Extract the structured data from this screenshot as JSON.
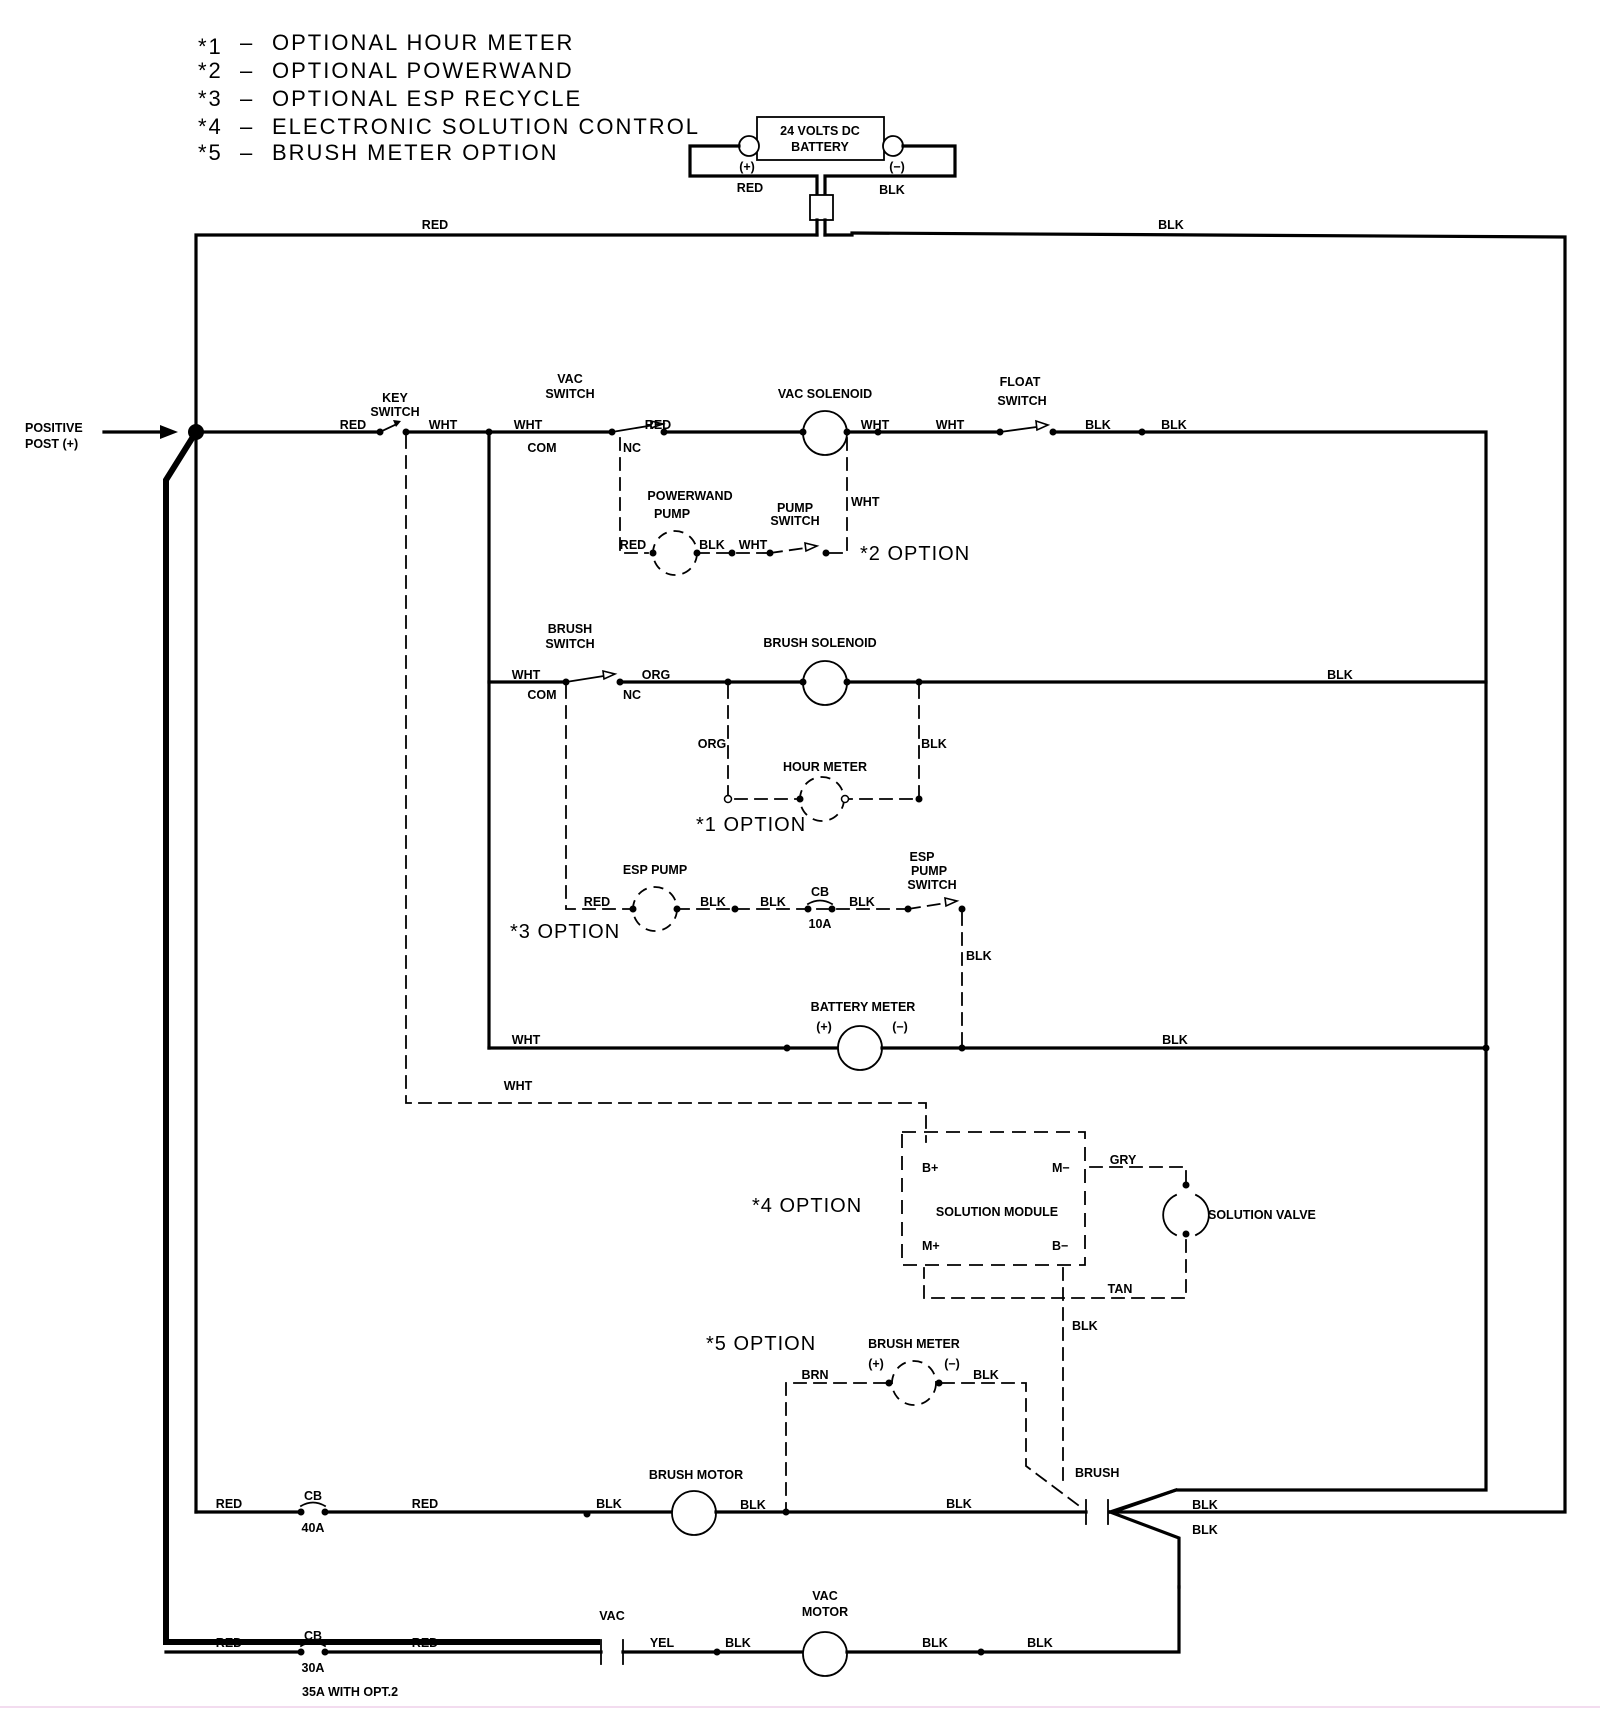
{
  "legend": [
    {
      "key": "*1",
      "text": "OPTIONAL HOUR METER"
    },
    {
      "key": "*2",
      "text": "OPTIONAL POWERWAND"
    },
    {
      "key": "*3",
      "text": "OPTIONAL ESP RECYCLE"
    },
    {
      "key": "*4",
      "text": "ELECTRONIC SOLUTION CONTROL"
    },
    {
      "key": "*5",
      "text": "BRUSH METER OPTION"
    }
  ],
  "battery": {
    "line1": "24 VOLTS DC",
    "line2": "BATTERY",
    "pos": "(+)",
    "neg": "(−)",
    "pos_wire": "RED",
    "neg_wire": "BLK"
  },
  "top_bus": {
    "left_wire": "RED",
    "right_wire": "BLK"
  },
  "positive_post": {
    "line1": "POSITIVE",
    "line2": "POST (+)"
  },
  "vac_row": {
    "wire_red": "RED",
    "key_switch": [
      "KEY",
      "SWITCH"
    ],
    "wire_wht1": "WHT",
    "wire_wht2": "WHT",
    "com": "COM",
    "vac_switch": [
      "VAC",
      "SWITCH"
    ],
    "nc": "NC",
    "wire_red2": "RED",
    "vac_solenoid": "VAC SOLENOID",
    "wire_wht3": "WHT",
    "wire_wht4": "WHT",
    "float_switch": [
      "FLOAT",
      "SWITCH"
    ],
    "wire_blk1": "BLK",
    "wire_blk2": "BLK"
  },
  "powerwand": {
    "pump": [
      "POWERWAND",
      "PUMP"
    ],
    "pump_switch": [
      "PUMP",
      "SWITCH"
    ],
    "wire_red": "RED",
    "wire_blk": "BLK",
    "wire_wht": "WHT",
    "wire_wht_v": "WHT",
    "option": "*2 OPTION"
  },
  "brush_row": {
    "brush_switch": [
      "BRUSH",
      "SWITCH"
    ],
    "wire_wht": "WHT",
    "com": "COM",
    "nc": "NC",
    "wire_org": "ORG",
    "brush_solenoid": "BRUSH SOLENOID",
    "wire_blk": "BLK"
  },
  "hour_meter": {
    "label": "HOUR METER",
    "wire_org": "ORG",
    "wire_blk": "BLK",
    "option": "*1  OPTION"
  },
  "esp": {
    "pump": "ESP PUMP",
    "wire_red": "RED",
    "wire_blk1": "BLK",
    "wire_blk2": "BLK",
    "cb": "CB",
    "cb_rating": "10A",
    "wire_blk3": "BLK",
    "pump_switch": [
      "ESP",
      "PUMP",
      "SWITCH"
    ],
    "wire_blk_v": "BLK",
    "option": "*3 OPTION"
  },
  "battery_meter_row": {
    "wire_wht": "WHT",
    "label": "BATTERY METER",
    "pos": "(+)",
    "neg": "(−)",
    "wire_blk": "BLK"
  },
  "key_feed": {
    "wire_wht": "WHT"
  },
  "solution": {
    "option": "*4   OPTION",
    "module": "SOLUTION MODULE",
    "b_plus": "B+",
    "m_minus": "M−",
    "m_plus": "M+",
    "b_minus": "B−",
    "wire_gry": "GRY",
    "wire_tan": "TAN",
    "valve": "SOLUTION VALVE",
    "wire_blk": "BLK"
  },
  "brush_meter": {
    "option": "*5   OPTION",
    "label": "BRUSH METER",
    "pos": "(+)",
    "neg": "(−)",
    "wire_brn": "BRN",
    "wire_blk": "BLK"
  },
  "brush_motor_row": {
    "wire_red1": "RED",
    "cb": "CB",
    "cb_rating": "40A",
    "wire_red2": "RED",
    "wire_blk1": "BLK",
    "motor": "BRUSH MOTOR",
    "wire_blk2": "BLK",
    "wire_blk3": "BLK",
    "contact": "BRUSH",
    "wire_blk_r1": "BLK",
    "wire_blk_r2": "BLK"
  },
  "vac_motor_row": {
    "wire_red1": "RED",
    "cb": "CB",
    "cb_rating": "30A",
    "cb_note": "35A WITH OPT.2",
    "wire_red2": "RED",
    "contact": "VAC",
    "wire_yel": "YEL",
    "wire_blk1": "BLK",
    "motor": [
      "VAC",
      "MOTOR"
    ],
    "wire_blk2": "BLK",
    "wire_blk3": "BLK"
  }
}
